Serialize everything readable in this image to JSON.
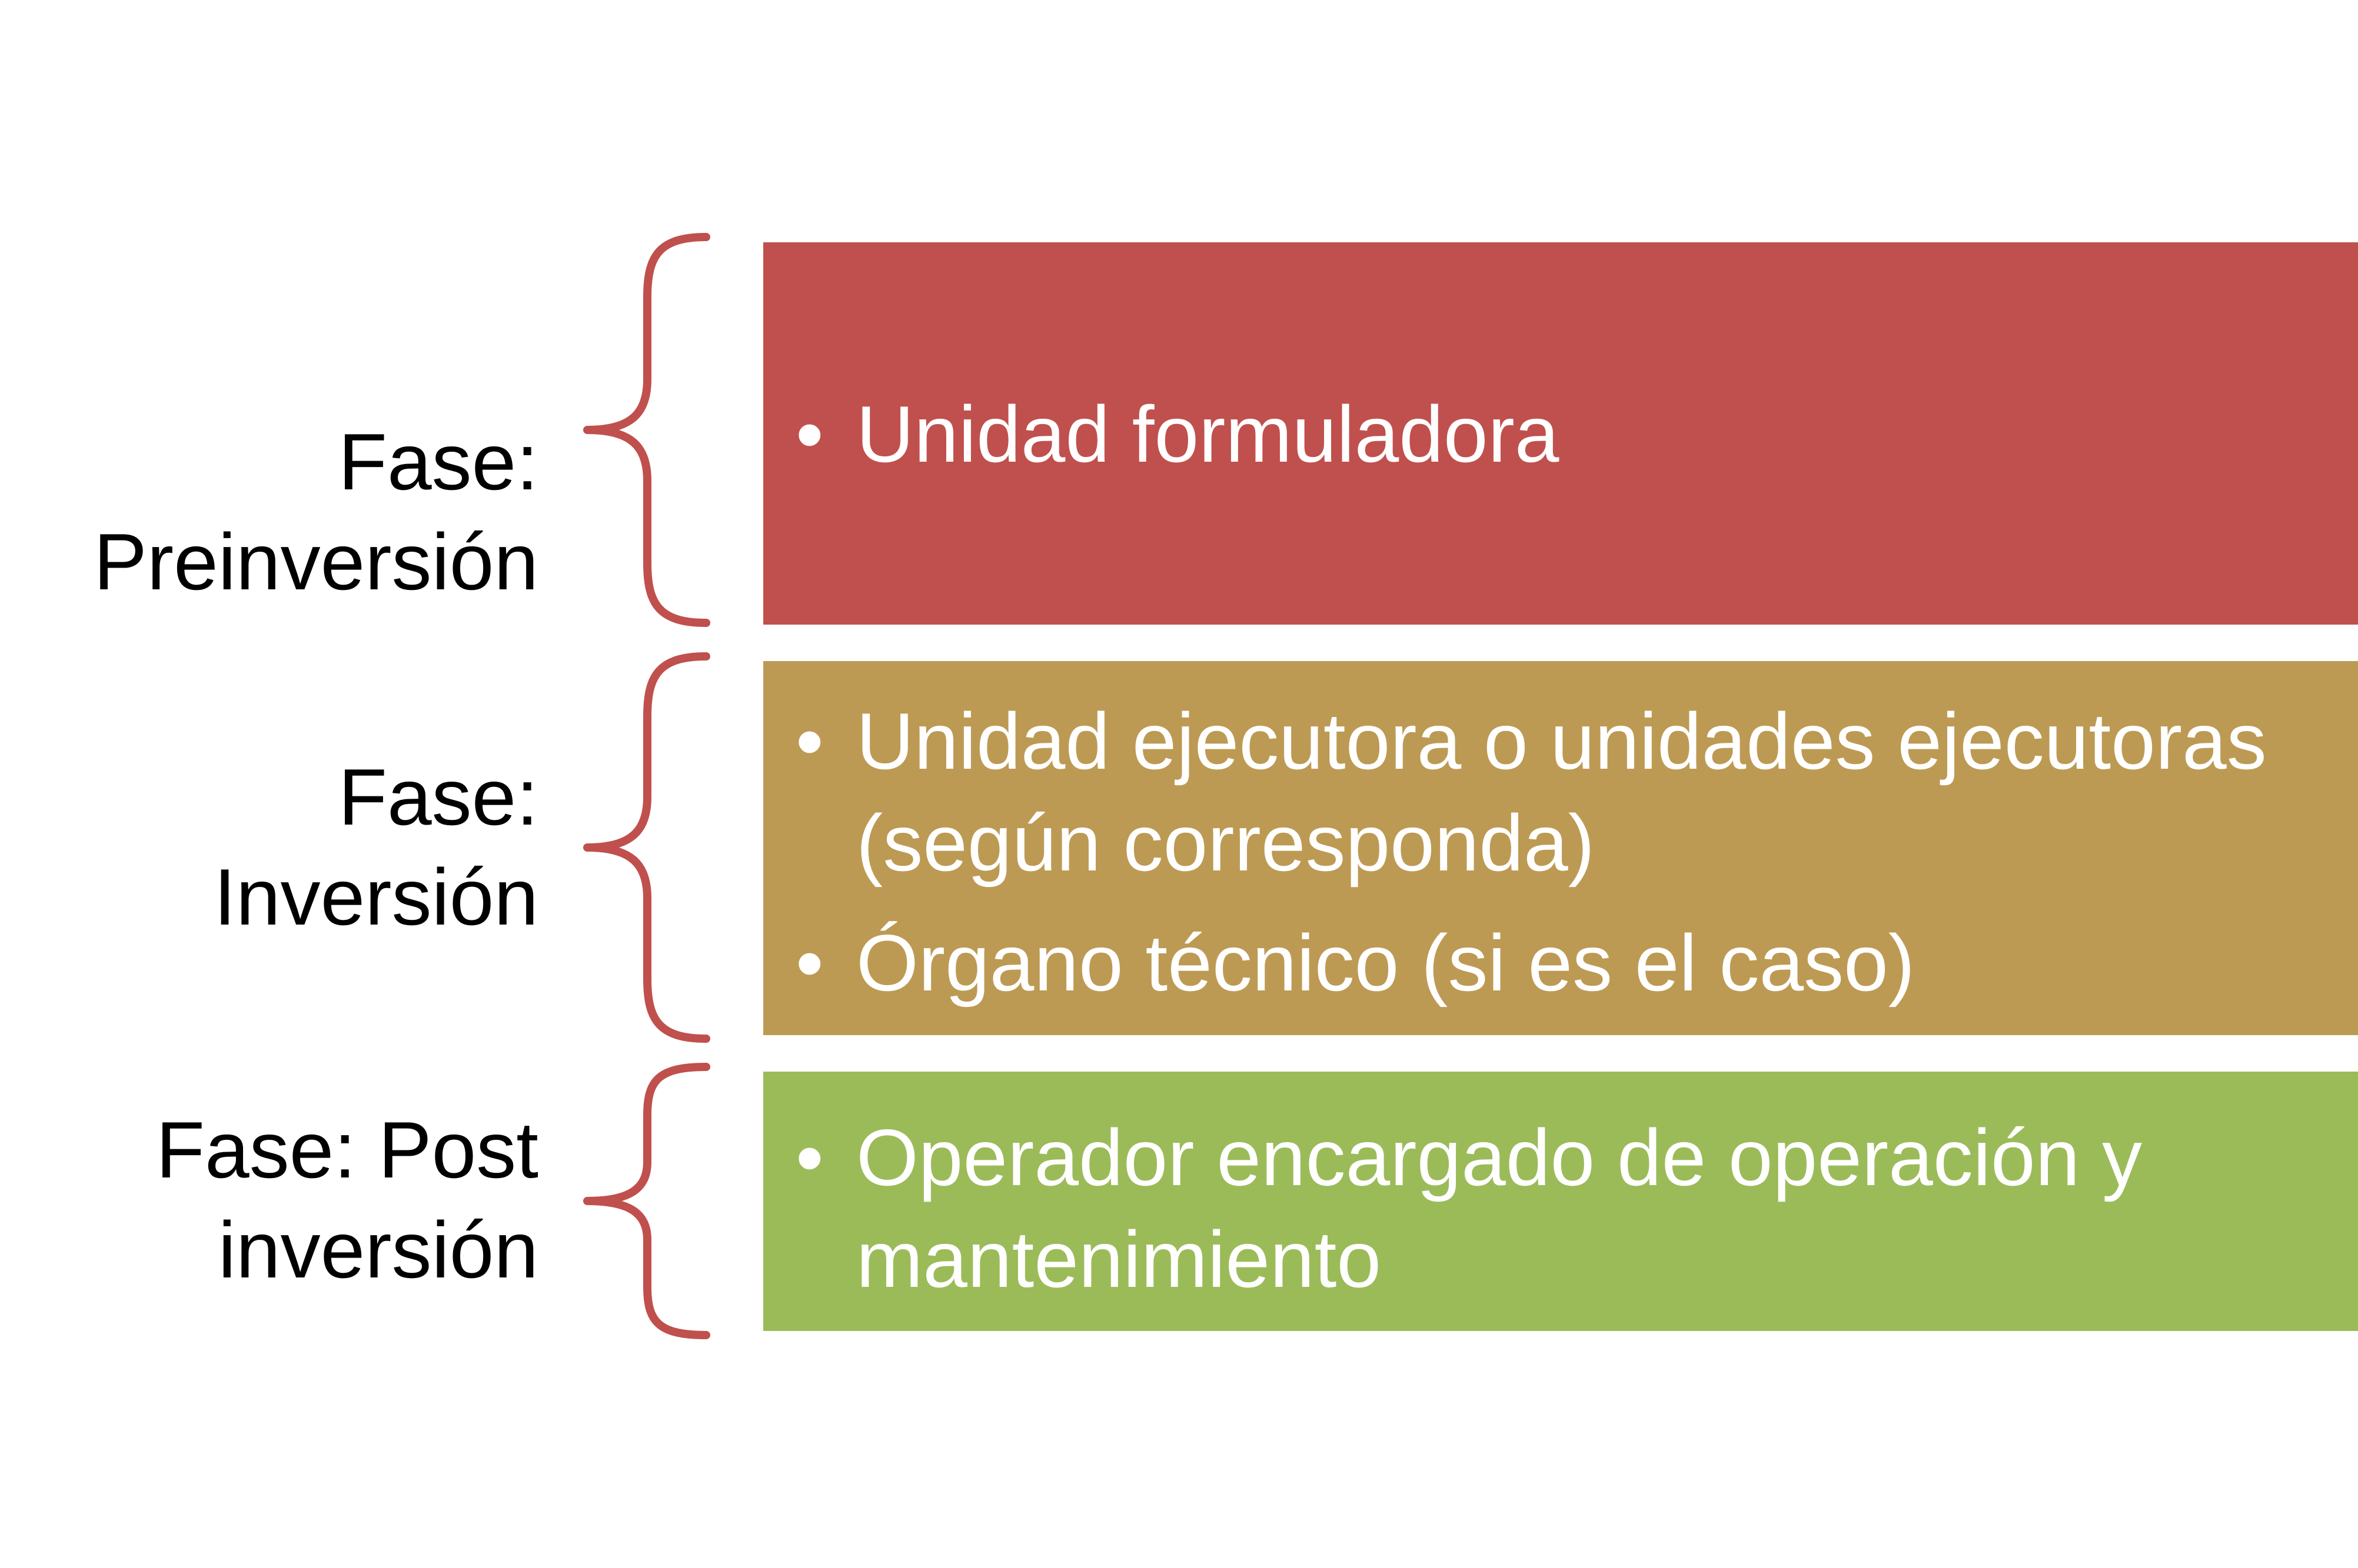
{
  "colors": {
    "brace": "#c0504d",
    "label_text": "#000000",
    "box_text": "#ffffff"
  },
  "phases": [
    {
      "label": "Fase:\nPreinversión",
      "color": "#c0504d",
      "items": [
        "Unidad formuladora"
      ]
    },
    {
      "label": "Fase:\nInversión",
      "color": "#bd9a53",
      "items": [
        "Unidad  ejecutora o unidades ejecutoras (según corresponda)",
        "Órgano técnico (si  es el caso)"
      ]
    },
    {
      "label": "Fase: Post\ninversión",
      "color": "#9bbb59",
      "items": [
        "Operador encargado de operación y mantenimiento"
      ]
    }
  ]
}
